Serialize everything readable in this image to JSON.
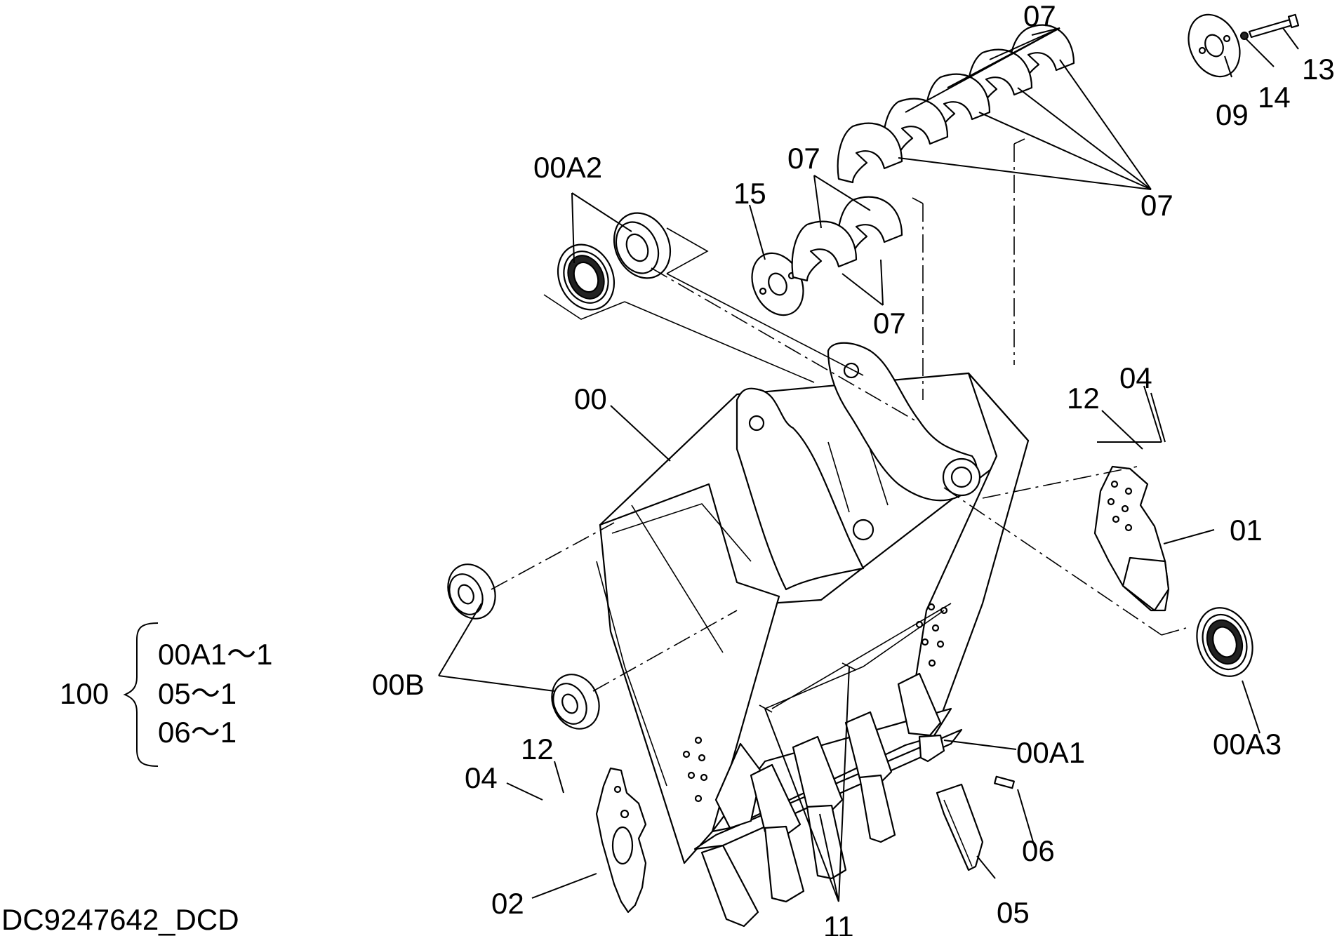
{
  "drawing_id": "DC9247642_DCD",
  "labels": {
    "l00": "00",
    "l01": "01",
    "l02": "02",
    "l04a": "04",
    "l04b": "04",
    "l05": "05",
    "l06": "06",
    "l07a": "07",
    "l07b": "07",
    "l07c": "07",
    "l07d": "07",
    "l09": "09",
    "l11": "11",
    "l12a": "12",
    "l12b": "12",
    "l13": "13",
    "l14": "14",
    "l15": "15",
    "l00A1": "00A1",
    "l00A2": "00A2",
    "l00A3": "00A3",
    "l00B": "00B"
  },
  "assembly": {
    "number": "100",
    "items": [
      "00A1～1",
      "05～1",
      "06～1"
    ]
  }
}
